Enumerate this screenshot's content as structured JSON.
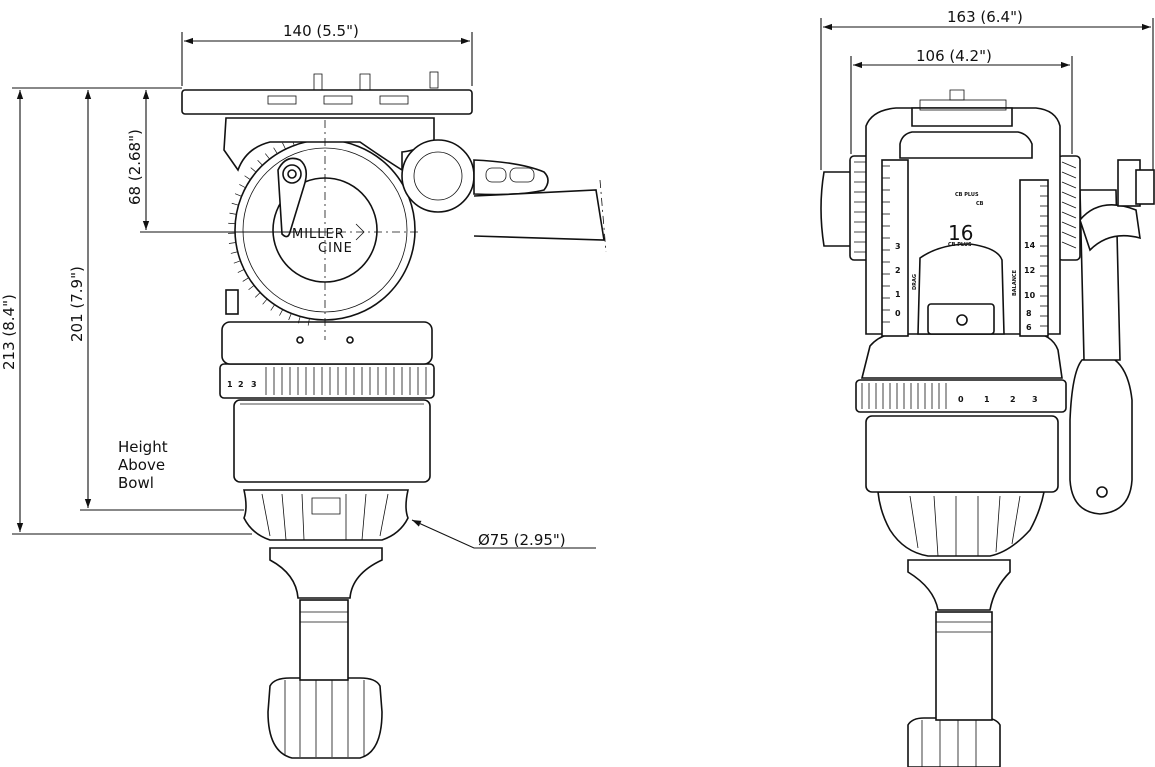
{
  "dimensions": {
    "top_plate_width": "140 (5.5\")",
    "pan_axis_height": "68 (2.68\")",
    "height_above_bowl": "201 (7.9\")",
    "overall_height": "213 (8.4\")",
    "bowl_diameter": "Ø75 (2.95\")",
    "overall_width_front": "163 (6.4\")",
    "body_width_front": "106 (4.2\")"
  },
  "notes": {
    "height_above_bowl_line1": "Height",
    "height_above_bowl_line2": "Above",
    "height_above_bowl_line3": "Bowl"
  },
  "markings": {
    "brand_top": "MILLER",
    "brand_bottom": "CINE",
    "side_ring_numbers": [
      "1",
      "2",
      "3"
    ],
    "front_ring_numbers": [
      "0",
      "1",
      "2",
      "3"
    ],
    "drag_label": "DRAG",
    "drag_numbers": [
      "3",
      "2",
      "1",
      "0"
    ],
    "balance_label": "BALANCE",
    "balance_numbers": [
      "14",
      "12",
      "10",
      "8",
      "6"
    ],
    "cb_plus": "CB PLUS",
    "cb": "CB",
    "model_number": "16",
    "model_sub": "CB PLUS"
  }
}
